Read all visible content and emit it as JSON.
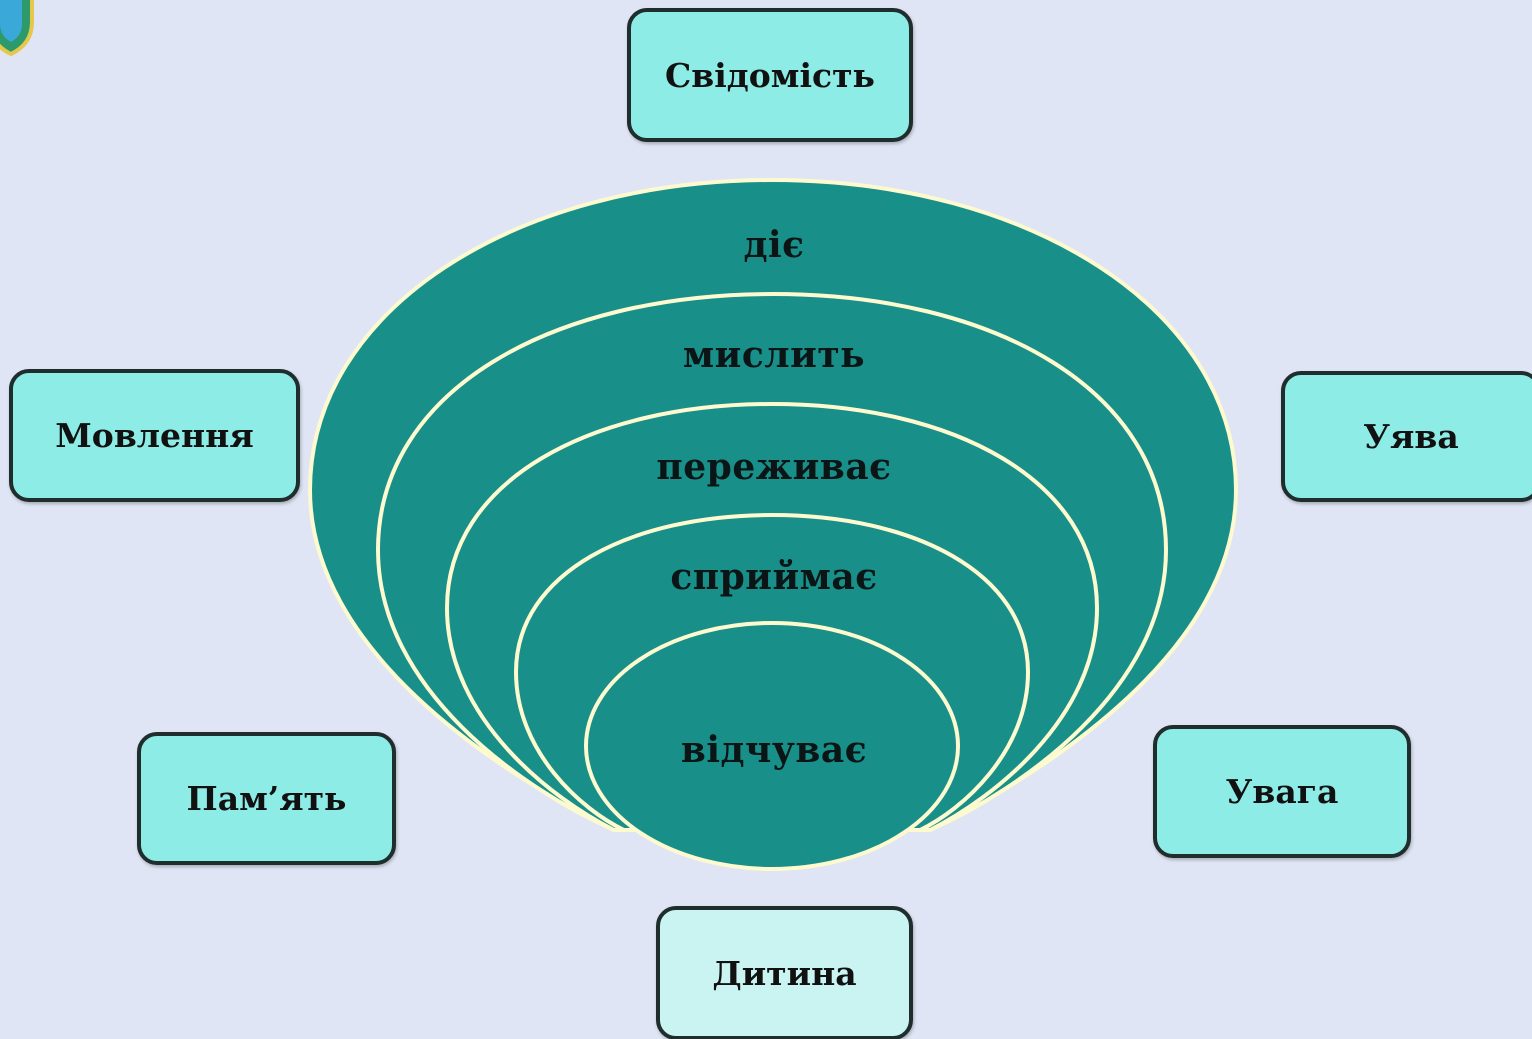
{
  "diagram": {
    "layers": [
      {
        "key": "acts",
        "label": "діє"
      },
      {
        "key": "thinks",
        "label": "мислить"
      },
      {
        "key": "feels",
        "label": "переживає"
      },
      {
        "key": "perceives",
        "label": "сприймає"
      },
      {
        "key": "senses",
        "label": "відчуває"
      }
    ],
    "boxes": {
      "consciousness": "Свідомість",
      "speech": "Мовлення",
      "imagination": "Уява",
      "memory": "Пам’ять",
      "attention": "Увага",
      "child": "Дитина"
    },
    "colors": {
      "background": "#dfe5f4",
      "box_fill": "#8eece6",
      "box_fill_light": "#c9f4f2",
      "box_border": "#1f2d2d",
      "layer_fill": "#198f89",
      "layer_outline": "#fdfad0"
    }
  }
}
